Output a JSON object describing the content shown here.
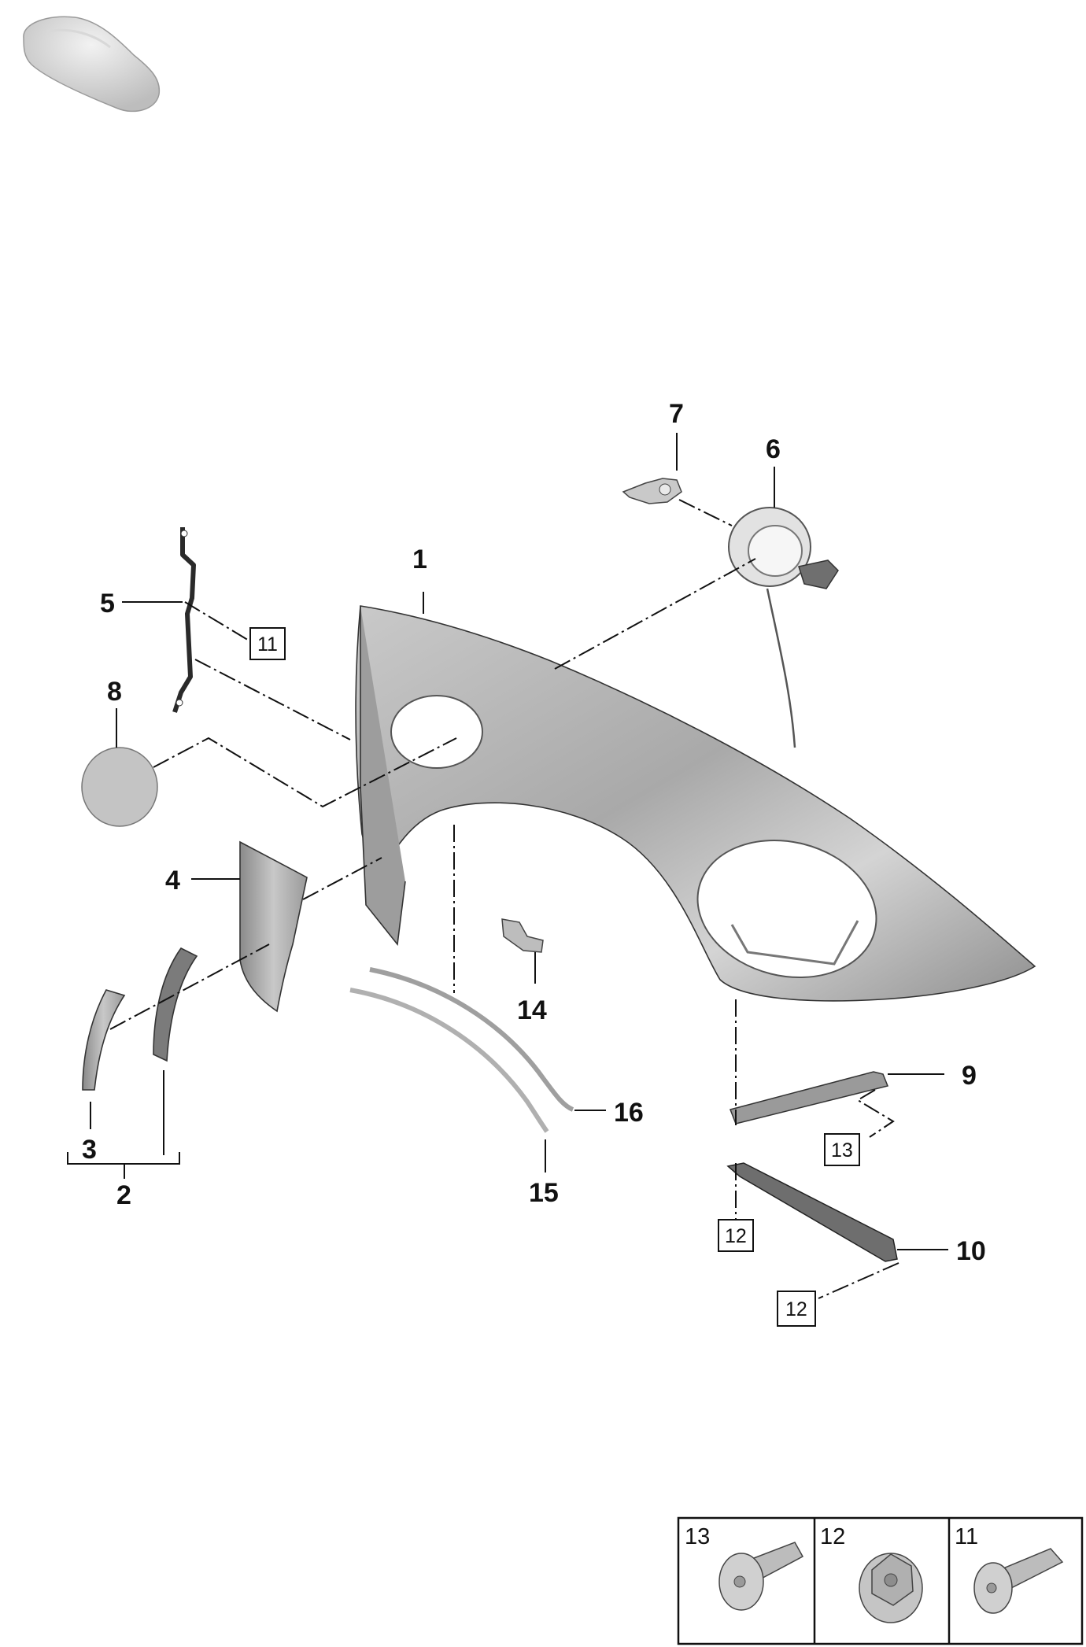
{
  "callouts": {
    "c1": "1",
    "c2": "2",
    "c3": "3",
    "c4": "4",
    "c5": "5",
    "c6": "6",
    "c7": "7",
    "c8": "8",
    "c9": "9",
    "c10": "10",
    "c14": "14",
    "c15": "15",
    "c16": "16"
  },
  "boxed_refs": {
    "b11": "11",
    "b13": "13",
    "b12a": "12",
    "b12b": "12"
  },
  "legend": {
    "cells": [
      {
        "label": "13",
        "icon": "collar-screw-icon"
      },
      {
        "label": "12",
        "icon": "hex-flange-nut-icon"
      },
      {
        "label": "11",
        "icon": "torx-screw-icon"
      }
    ]
  },
  "colors": {
    "part_fill": "#b9b9b9",
    "part_shade": "#8d8d8d",
    "line": "#111111"
  }
}
